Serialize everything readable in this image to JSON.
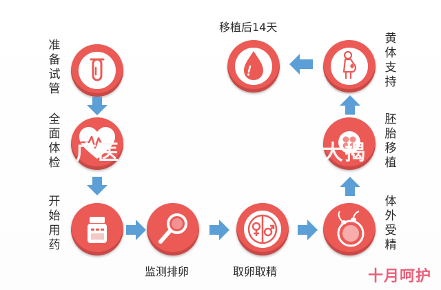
{
  "steps": {
    "prepare_tube": "准备试管",
    "full_checkup": "全面体检",
    "start_medication": "开始用药",
    "monitor_ovulation": "监测排卵",
    "egg_sperm_retrieval": "取卵取精",
    "ivf": "体外受精",
    "embryo_transfer": "胚胎移植",
    "luteal_support": "黄体支持",
    "day14_after_transfer": "移植后14天"
  },
  "watermark": {
    "left": "广医",
    "right": "大揭"
  },
  "brand": "十月呵护",
  "colors": {
    "node": "#ec5a56",
    "arrow": "#5b9fd6"
  },
  "icons": {
    "prepare_tube": "test-tube-icon",
    "full_checkup": "heart-pulse-icon",
    "start_medication": "pill-bottle-icon",
    "monitor_ovulation": "magnifier-icon",
    "egg_sperm_retrieval": "gender-symbols-icon",
    "ivf": "fertilization-icon",
    "embryo_transfer": "embryo-icon",
    "luteal_support": "pregnant-woman-icon",
    "day14_after_transfer": "blood-drop-icon"
  }
}
